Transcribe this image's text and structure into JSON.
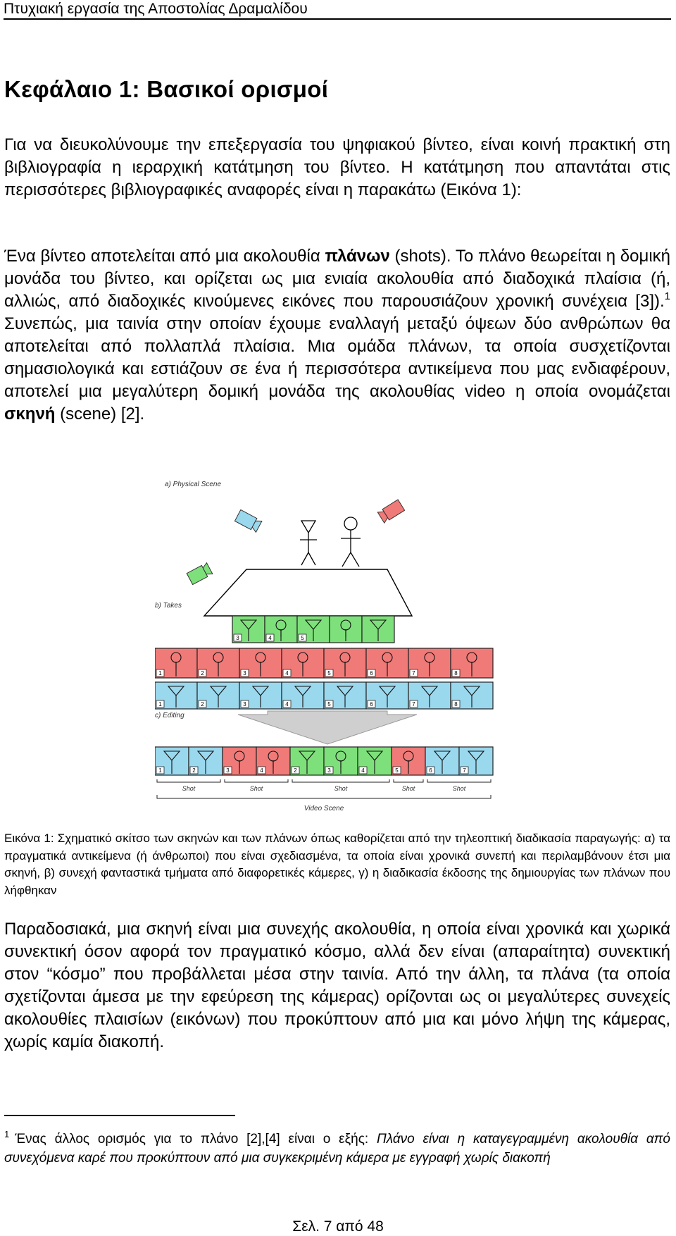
{
  "header": {
    "running_title": "Πτυχιακή εργασία της Αποστολίας Δραμαλίδου"
  },
  "chapter": {
    "title": "Κεφάλαιο 1: Βασικοί ορισμοί"
  },
  "paragraph1": "Για να διευκολύνουμε την επεξεργασία του ψηφιακού βίντεο, είναι κοινή πρακτική στη βιβλιογραφία η ιεραρχική κατάτμηση του βίντεο. Η κατάτμηση που απαντάται στις περισσότερες βιβλιογραφικές αναφορές είναι η παρακάτω (Εικόνα 1):",
  "paragraph2": {
    "t1": "Ένα βίντεο αποτελείται από μια ακολουθία ",
    "b1": "πλάνων",
    "t2": " (shots). Το πλάνο θεωρείται η δομική μονάδα του βίντεο, και ορίζεται ως μια ενιαία ακολουθία από διαδοχικά πλαίσια (ή, αλλιώς, από διαδοχικές κινούμενες εικόνες που παρουσιάζουν χρονική συνέχεια [3]).",
    "sup": "1",
    "t3": " Συνεπώς, μια ταινία στην οποίαν έχουμε εναλλαγή μεταξύ όψεων δύο ανθρώπων θα αποτελείται από πολλαπλά πλαίσια. Μια ομάδα πλάνων, τα οποία συσχετίζονται σημασιολογικά και εστιάζουν σε ένα ή περισσότερα αντικείμενα που μας ενδιαφέρουν, αποτελεί μια μεγαλύτερη δομική μονάδα της ακολουθίας video η οποία ονομάζεται ",
    "b2": "σκηνή",
    "t4": " (scene) [2]."
  },
  "figure": {
    "label_a": "a) Physical Scene",
    "label_b": "b) Takes",
    "label_c": "c) Editing",
    "green_numbers": [
      "3",
      "4",
      "5"
    ],
    "red_numbers": [
      "1",
      "2",
      "3",
      "4",
      "5",
      "6",
      "7",
      "8"
    ],
    "blue_numbers": [
      "1",
      "2",
      "3",
      "4",
      "5",
      "6",
      "7",
      "8"
    ],
    "edit_numbers": [
      "1",
      "2",
      "3",
      "4",
      "2",
      "3",
      "4",
      "5",
      "6",
      "7"
    ],
    "shot_labels": [
      "Shot",
      "Shot",
      "Shot",
      "Shot",
      "Shot"
    ],
    "video_scene": "Video Scene",
    "colors": {
      "green": "#7ee07a",
      "red": "#f07a78",
      "blue": "#9ad8ee",
      "arrow": "#c8c8c8"
    }
  },
  "caption": "Εικόνα 1: Σχηματικό σκίτσο των σκηνών και των πλάνων όπως καθορίζεται από την τηλεοπτική διαδικασία παραγωγής: α) τα πραγματικά αντικείμενα (ή άνθρωποι) που είναι σχεδιασμένα, τα οποία είναι χρονικά συνεπή και περιλαμβάνουν έτσι μια σκηνή, β) συνεχή φανταστικά τμήματα από διαφορετικές κάμερες, γ) η διαδικασία έκδοσης της δημιουργίας των πλάνων που λήφθηκαν",
  "paragraph3": "Παραδοσιακά, μια σκηνή είναι μια συνεχής ακολουθία, η οποία είναι χρονικά και χωρικά συνεκτική όσον αφορά τον πραγματικό κόσμο, αλλά δεν είναι (απαραίτητα) συνεκτική στον “κόσμο” που προβάλλεται μέσα στην ταινία. Από την άλλη, τα πλάνα (τα οποία σχετίζονται άμεσα με την εφεύρεση της κάμερας) ορίζονται ως οι μεγαλύτερες συνεχείς ακολουθίες πλαισίων (εικόνων) που προκύπτουν από μια και μόνο λήψη της κάμερας, χωρίς καμία διακοπή.",
  "footnote": {
    "mark": "1",
    "text": "Ένας άλλος ορισμός για το πλάνο [2],[4] είναι ο εξής: ",
    "italic": "Πλάνο είναι η καταγεγραμμένη ακολουθία από συνεχόμενα καρέ που προκύπτουν από μια συγκεκριμένη κάμερα με εγγραφή χωρίς διακοπή"
  },
  "page_number": "Σελ. 7 από 48"
}
